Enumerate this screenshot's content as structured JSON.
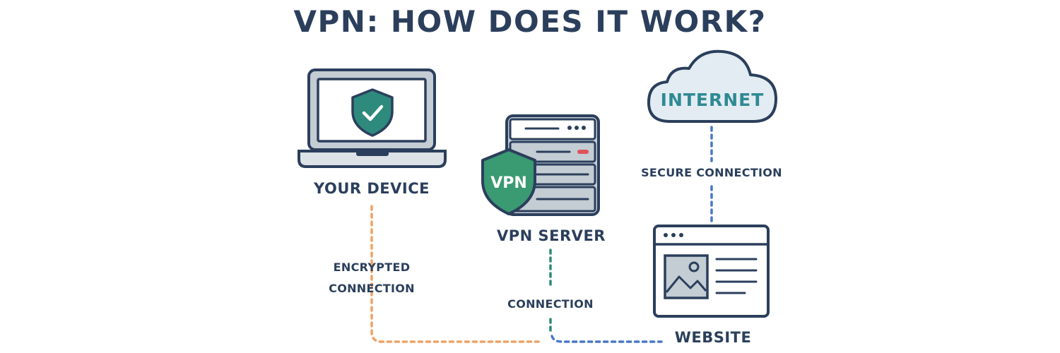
{
  "title": "VPN: HOW DOES IT WORK?",
  "nodes": {
    "device": {
      "label": "YOUR DEVICE",
      "icon": "laptop-shield-icon"
    },
    "server": {
      "label": "VPN SERVER",
      "badge": "VPN",
      "icon": "server-icon"
    },
    "internet": {
      "label": "INTERNET",
      "icon": "cloud-icon"
    },
    "website": {
      "label": "WEBSITE",
      "icon": "browser-window-icon"
    }
  },
  "connections": {
    "encrypted": {
      "line1": "ENCRYPTED",
      "line2": "CONNECTION",
      "color": "#eea367"
    },
    "server_link": {
      "label": "CONNECTION",
      "color": "#2e8a7c"
    },
    "secure": {
      "label": "SECURE CONNECTION",
      "color": "#4a78c6"
    }
  },
  "colors": {
    "dark": "#2b3f5c",
    "teal": "#2e8a7c",
    "green": "#3a9a72",
    "internet_text": "#2f8a94",
    "accent_red": "#e0525a"
  }
}
